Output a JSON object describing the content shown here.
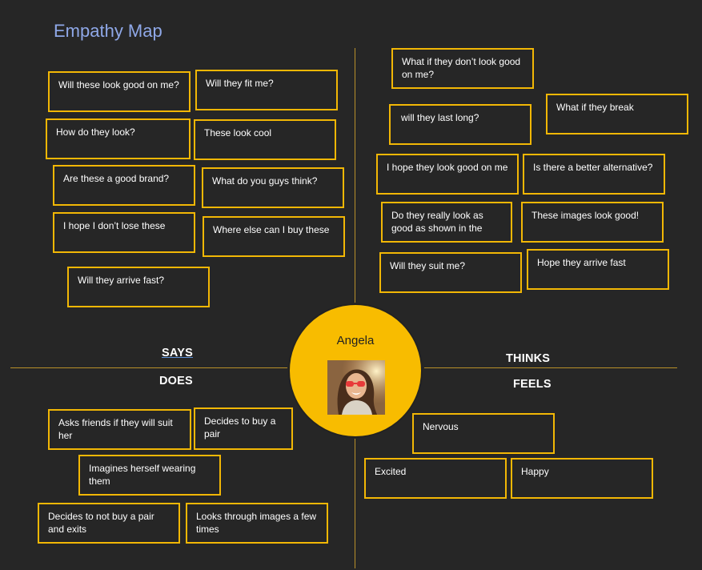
{
  "title": "Empathy Map",
  "persona": {
    "name": "Angela"
  },
  "quadrants": {
    "says": "SAYS",
    "thinks": "THINKS",
    "does": "DOES",
    "feels": "FEELS"
  },
  "says_notes": [
    "Will these look good on me?",
    "Will they fit me?",
    "How do they look?",
    "These look cool",
    "Are these a good brand?",
    "What do you guys think?",
    "I hope I don’t lose these",
    "Where else can I buy these",
    "Will they arrive fast?"
  ],
  "thinks_notes": [
    "What if they don’t look good on me?",
    "will they last long?",
    "What if they break",
    "I hope they look good on me",
    "Is there a better alternative?",
    "Do they really look as good as shown in the",
    "These images look good!",
    "Will they suit me?",
    "Hope they arrive fast"
  ],
  "does_notes": [
    "Asks friends if they will suit her",
    "Decides to buy a pair",
    "Imagines herself wearing them",
    "Decides to not buy a pair and exits",
    "Looks through images a few times"
  ],
  "feels_notes": [
    "Nervous",
    "Excited",
    "Happy"
  ],
  "colors": {
    "background": "#262626",
    "accent": "#f8bc00",
    "note_border": "#f2b705",
    "title": "#8fa8e8"
  }
}
